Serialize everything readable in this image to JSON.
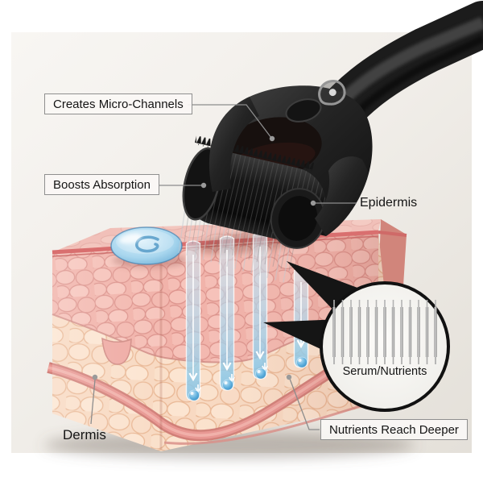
{
  "labels": {
    "creates_micro_channels": "Creates Micro-Channels",
    "boosts_absorption": "Boosts Absorption",
    "epidermis": "Epidermis",
    "dermis": "Dermis",
    "serum_nutrients": "Serum/Nutrients",
    "nutrients_reach_deeper": "Nutrients Reach Deeper"
  },
  "inset": {
    "needle_count": 13
  },
  "colors": {
    "background": "#efece7",
    "roller_black": "#1b1b1b",
    "epidermis_pink": "#f1b2a9",
    "dermis_peach": "#f8d9c1",
    "surface_red_line": "#d96f6f",
    "vessel_red": "#e89792",
    "serum_blue": "#a0d4ee",
    "label_border": "#8f8f8f",
    "label_background": "#faf8f5",
    "text": "#141414"
  }
}
